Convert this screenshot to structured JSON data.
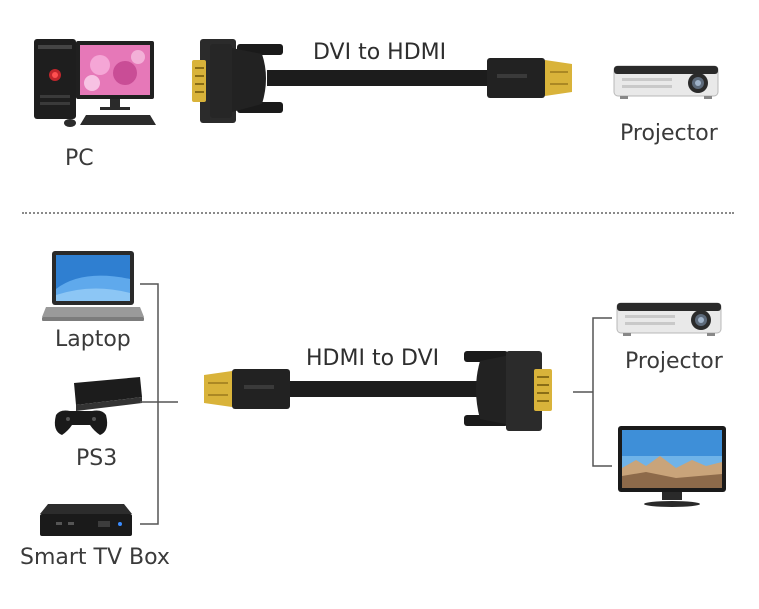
{
  "top": {
    "source_label": "PC",
    "cable_label": "DVI to HDMI",
    "target_label": "Projector",
    "icons": [
      "desktop-pc-icon",
      "dvi-connector-icon",
      "hdmi-connector-icon",
      "projector-icon"
    ]
  },
  "bottom": {
    "sources": [
      {
        "label": "Laptop",
        "icon": "laptop-icon"
      },
      {
        "label": "PS3",
        "icon": "ps3-console-icon"
      },
      {
        "label": "Smart TV Box",
        "icon": "tv-box-icon"
      }
    ],
    "cable_label": "HDMI to DVI",
    "targets": [
      {
        "label": "Projector",
        "icon": "projector-icon"
      },
      {
        "label": "",
        "icon": "monitor-icon"
      }
    ]
  },
  "colors": {
    "cable": "#1c1c1c",
    "gold": "#d9b33a",
    "connector_body": "#222222",
    "bracket_line": "#555555",
    "divider": "#8a8a8a"
  }
}
